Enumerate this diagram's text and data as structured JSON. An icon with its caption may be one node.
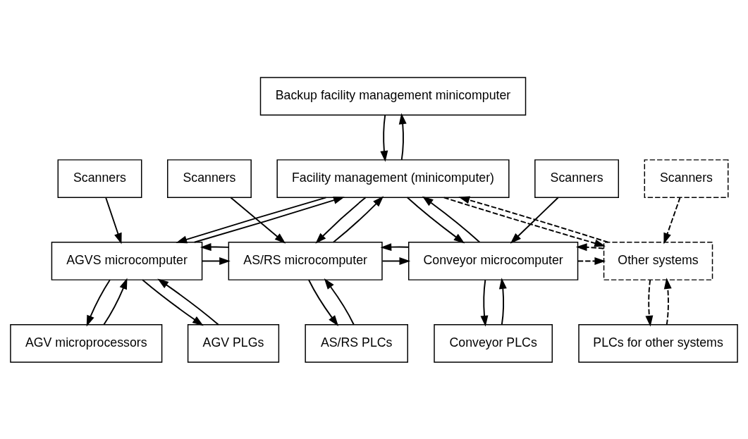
{
  "diagram": {
    "nodes": [
      {
        "text": [
          "Backup facility management minicomputer"
        ]
      },
      {
        "text": [
          "Facility management (minicomputer)"
        ]
      },
      {
        "text": [
          "Scanners"
        ]
      },
      {
        "text": [
          "Scanners"
        ]
      },
      {
        "text": [
          "Scanners"
        ]
      },
      {
        "text": [
          "Scanners"
        ]
      },
      {
        "text": [
          "AGVS microcomputer"
        ]
      },
      {
        "text": [
          "AS/RS microcomputer"
        ]
      },
      {
        "text": [
          "Conveyor microcomputer"
        ]
      },
      {
        "text": [
          "Other systems"
        ]
      },
      {
        "text": [
          "AGV microprocessors"
        ]
      },
      {
        "text": [
          "AGV PLGs"
        ]
      },
      {
        "text": [
          "AS/RS PLCs"
        ]
      },
      {
        "text": [
          "Conveyor PLCs"
        ]
      },
      {
        "text": [
          "PLCs for other systems"
        ]
      }
    ],
    "edges": [
      {
        "from": 1,
        "to": 0,
        "arrow": "to"
      },
      {
        "from": 0,
        "to": 1,
        "arrow": "to"
      },
      {
        "from": 6,
        "to": 1,
        "arrow": "to"
      },
      {
        "from": 1,
        "to": 6,
        "arrow": "to"
      },
      {
        "from": 1,
        "to": 7,
        "arrow": "to"
      },
      {
        "from": 7,
        "to": 1,
        "arrow": "to"
      },
      {
        "from": 1,
        "to": 8,
        "arrow": "to"
      },
      {
        "from": 8,
        "to": 1,
        "arrow": "to"
      },
      {
        "from": 1,
        "to": 9,
        "arrow": "to",
        "style": "dashed"
      },
      {
        "from": 9,
        "to": 1,
        "arrow": "to",
        "style": "dashed"
      },
      {
        "from": 2,
        "to": 6,
        "arrow": "to"
      },
      {
        "from": 3,
        "to": 7,
        "arrow": "to"
      },
      {
        "from": 4,
        "to": 8,
        "arrow": "to"
      },
      {
        "from": 5,
        "to": 9,
        "arrow": "to",
        "style": "dashed"
      },
      {
        "from": 6,
        "to": 7,
        "arrow": "to"
      },
      {
        "from": 7,
        "to": 6,
        "arrow": "to"
      },
      {
        "from": 7,
        "to": 8,
        "arrow": "to"
      },
      {
        "from": 8,
        "to": 7,
        "arrow": "to"
      },
      {
        "from": 8,
        "to": 9,
        "arrow": "to",
        "style": "dashed"
      },
      {
        "from": 9,
        "to": 8,
        "arrow": "to",
        "style": "dashed"
      },
      {
        "from": 6,
        "to": 10,
        "arrow": "to"
      },
      {
        "from": 10,
        "to": 6,
        "arrow": "to"
      },
      {
        "from": 6,
        "to": 11,
        "arrow": "to"
      },
      {
        "from": 11,
        "to": 6,
        "arrow": "to"
      },
      {
        "from": 7,
        "to": 12,
        "arrow": "to"
      },
      {
        "from": 12,
        "to": 7,
        "arrow": "to"
      },
      {
        "from": 8,
        "to": 13,
        "arrow": "to"
      },
      {
        "from": 13,
        "to": 8,
        "arrow": "to"
      },
      {
        "from": 9,
        "to": 14,
        "arrow": "to",
        "style": "dashed"
      },
      {
        "from": 14,
        "to": 9,
        "arrow": "to",
        "style": "dashed"
      }
    ]
  }
}
